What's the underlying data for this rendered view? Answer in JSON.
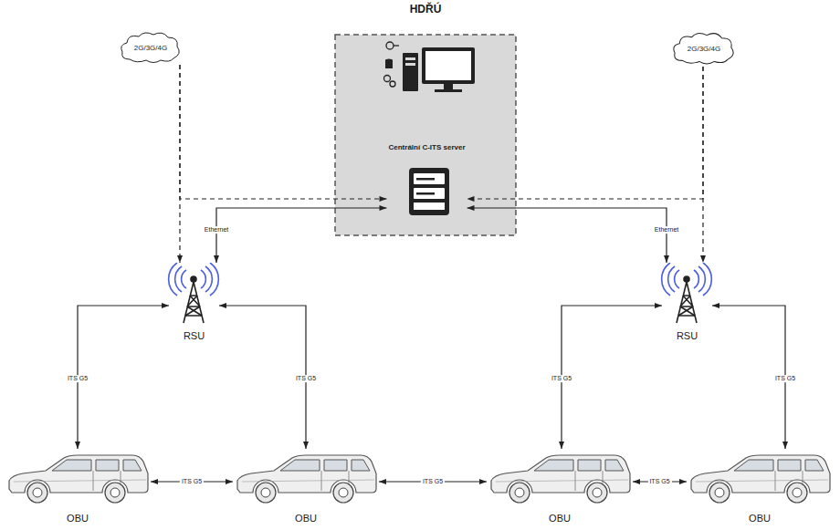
{
  "diagram": {
    "nodes": [
      {
        "text": [
          "HDŘÚ"
        ]
      },
      {
        "text": [
          "Centrální C-ITS server"
        ],
        "in": 0
      },
      {
        "text": [
          "2G/3G/4G"
        ]
      },
      {
        "text": [
          "2G/3G/4G"
        ]
      },
      {
        "text": [
          "RSU"
        ]
      },
      {
        "text": [
          "RSU"
        ]
      },
      {
        "text": [
          "OBU"
        ]
      },
      {
        "text": [
          "OBU"
        ]
      },
      {
        "text": [
          "OBU"
        ]
      },
      {
        "text": [
          "OBU"
        ]
      }
    ],
    "edges": [
      {
        "from": 2,
        "to": 1,
        "arrow": "to"
      },
      {
        "from": 2,
        "to": 4,
        "arrow": "to"
      },
      {
        "from": 4,
        "to": 1,
        "label": "Ethernet",
        "arrow": "both"
      },
      {
        "from": 3,
        "to": 1,
        "arrow": "to"
      },
      {
        "from": 3,
        "to": 5,
        "arrow": "to"
      },
      {
        "from": 5,
        "to": 1,
        "label": "Ethernet",
        "arrow": "both"
      },
      {
        "from": 4,
        "to": 6,
        "label": "ITS G5",
        "arrow": "both"
      },
      {
        "from": 4,
        "to": 7,
        "label": "ITS G5",
        "arrow": "both"
      },
      {
        "from": 5,
        "to": 8,
        "label": "ITS G5",
        "arrow": "both"
      },
      {
        "from": 5,
        "to": 9,
        "label": "ITS G5",
        "arrow": "both"
      },
      {
        "from": 6,
        "to": 7,
        "label": "ITS G5",
        "arrow": "both"
      },
      {
        "from": 7,
        "to": 8,
        "label": "ITS G5",
        "arrow": "both"
      },
      {
        "from": 8,
        "to": 9,
        "label": "ITS G5",
        "arrow": "both"
      }
    ]
  }
}
